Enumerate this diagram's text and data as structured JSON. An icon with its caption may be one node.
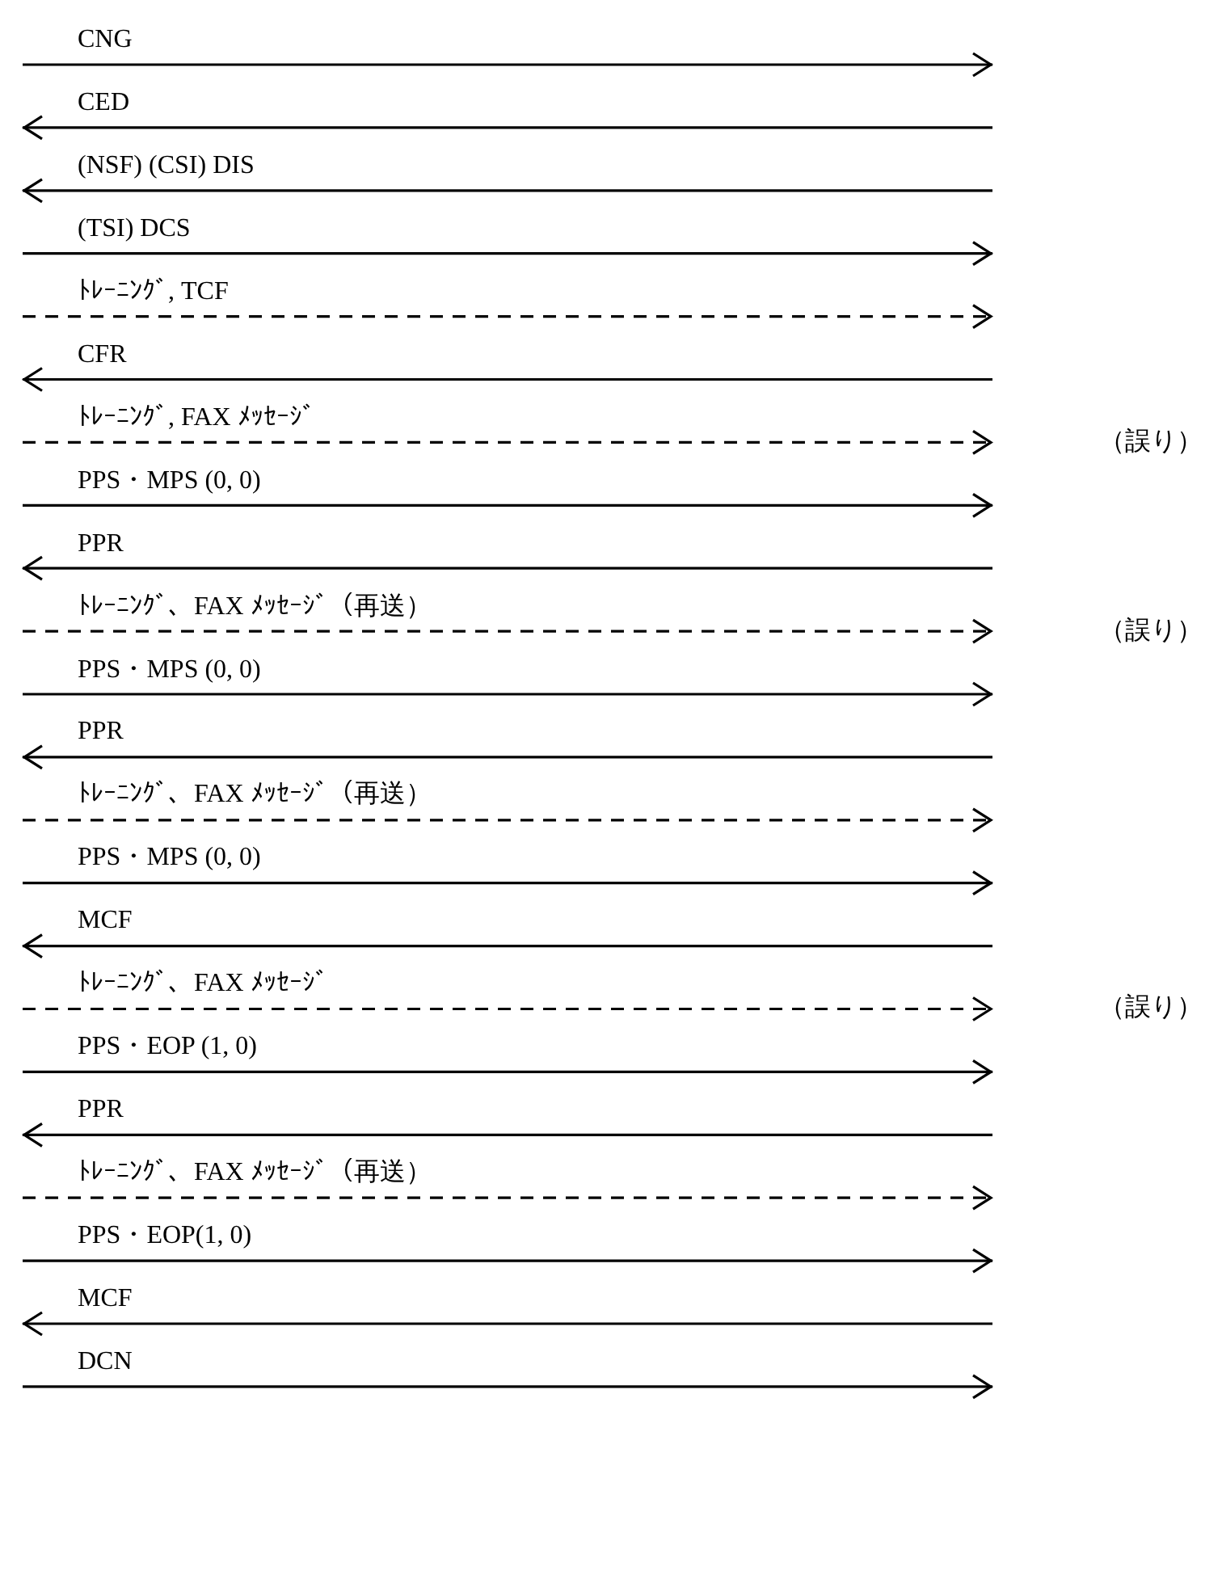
{
  "diagram": {
    "labels": [
      "CNG",
      "CED",
      "(NSF) (CSI) DIS",
      "(TSI) DCS",
      "ﾄﾚｰﾆﾝｸﾞ, TCF",
      "CFR",
      "ﾄﾚｰﾆﾝｸﾞ, FAX ﾒｯｾｰｼﾞ",
      "（誤り）",
      "PPS・MPS (0, 0)",
      "PPR",
      "ﾄﾚｰﾆﾝｸﾞ、FAX ﾒｯｾｰｼﾞ（再送）",
      "（誤り）",
      "PPS・MPS (0, 0)",
      "PPR",
      "ﾄﾚｰﾆﾝｸﾞ、FAX ﾒｯｾｰｼﾞ（再送）",
      "PPS・MPS (0, 0)",
      "MCF",
      "ﾄﾚｰﾆﾝｸﾞ、FAX ﾒｯｾｰｼﾞ",
      "（誤り）",
      "PPS・EOP (1, 0)",
      "PPR",
      "ﾄﾚｰﾆﾝｸﾞ、FAX ﾒｯｾｰｼﾞ（再送）",
      "PPS・EOP(1, 0)",
      "MCF",
      "DCN"
    ]
  }
}
